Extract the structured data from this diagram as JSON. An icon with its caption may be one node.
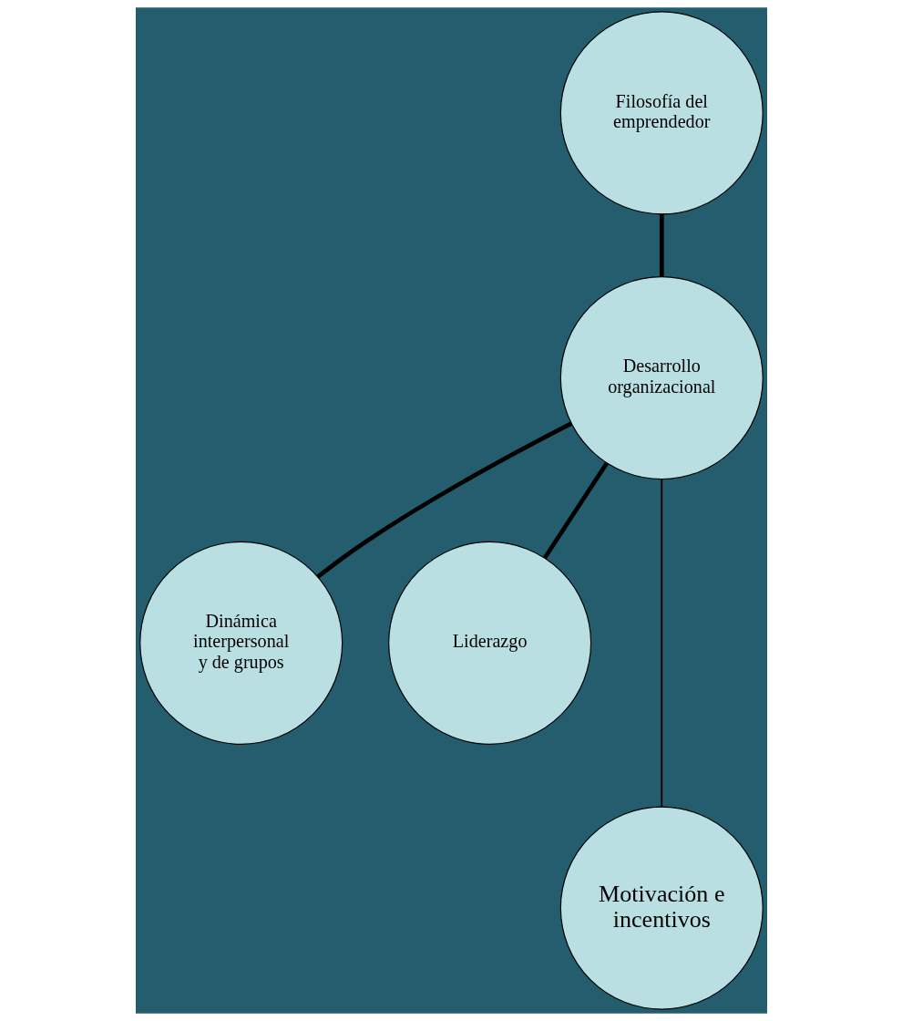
{
  "diagram": {
    "nodes": [
      {
        "text": [
          "Filosofía del emprendedor"
        ]
      },
      {
        "text": [
          "Desarrollo organizacional"
        ]
      },
      {
        "text": [
          "Dinámica interpersonal y de grupos"
        ]
      },
      {
        "text": [
          "Liderazgo"
        ]
      },
      {
        "text": [
          "Motivación e incentivos"
        ]
      }
    ],
    "edges": [
      {
        "from": 0,
        "to": 1,
        "arrow": "none"
      },
      {
        "from": 1,
        "to": 2,
        "arrow": "none"
      },
      {
        "from": 1,
        "to": 3,
        "arrow": "none"
      },
      {
        "from": 1,
        "to": 4,
        "arrow": "none"
      }
    ]
  }
}
